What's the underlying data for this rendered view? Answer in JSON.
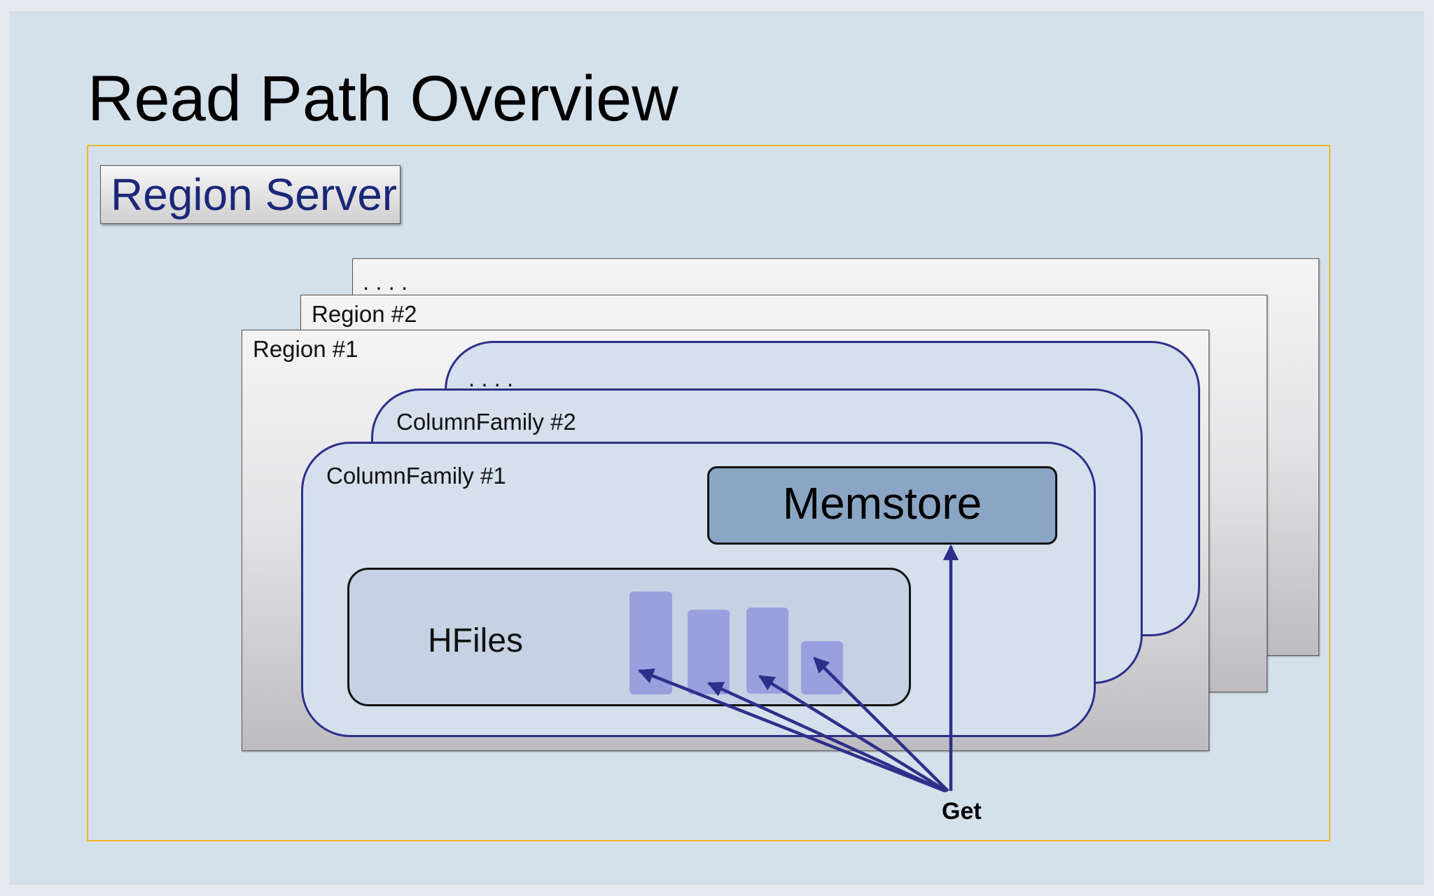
{
  "title": "Read Path Overview",
  "region_server_label": "Region Server",
  "regions": {
    "more": ". . . .",
    "region2": "Region #2",
    "region1": "Region #1"
  },
  "column_families": {
    "more": ". . . .",
    "cf2": "ColumnFamily #2",
    "cf1": "ColumnFamily #1"
  },
  "memstore_label": "Memstore",
  "hfiles_label": "HFiles",
  "get_label": "Get",
  "colors": {
    "accent_border": "#f2b722",
    "column_family_border": "#2e2f8a",
    "memstore_fill": "#8aa6c4",
    "hfile_bar_fill": "#9aa0de",
    "arrow": "#2e2f8a"
  }
}
